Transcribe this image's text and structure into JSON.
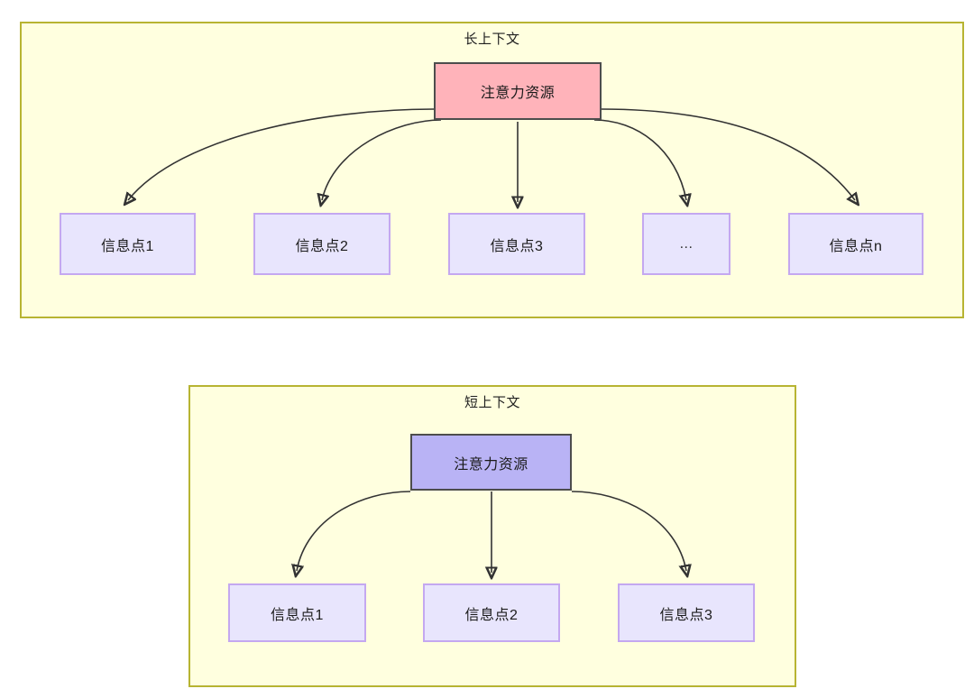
{
  "diagram": {
    "background": "#ffffff",
    "groups": [
      {
        "id": "long-context",
        "title": "长上下文",
        "fill": "#ffffdf",
        "stroke": "#b7b432",
        "root": {
          "label": "注意力资源",
          "fill": "#ffb3ba",
          "stroke": "#4d4d4d"
        },
        "children": [
          {
            "label": "信息点1"
          },
          {
            "label": "信息点2"
          },
          {
            "label": "信息点3"
          },
          {
            "label": "..."
          },
          {
            "label": "信息点n"
          }
        ]
      },
      {
        "id": "short-context",
        "title": "短上下文",
        "fill": "#ffffdf",
        "stroke": "#b7b432",
        "root": {
          "label": "注意力资源",
          "fill": "#b9b3f5",
          "stroke": "#4d4d4d"
        },
        "children": [
          {
            "label": "信息点1"
          },
          {
            "label": "信息点2"
          },
          {
            "label": "信息点3"
          }
        ]
      }
    ],
    "node_style": {
      "info_fill": "#e8e5fd",
      "info_stroke": "#c4a8f0",
      "edge_color": "#333333"
    }
  }
}
